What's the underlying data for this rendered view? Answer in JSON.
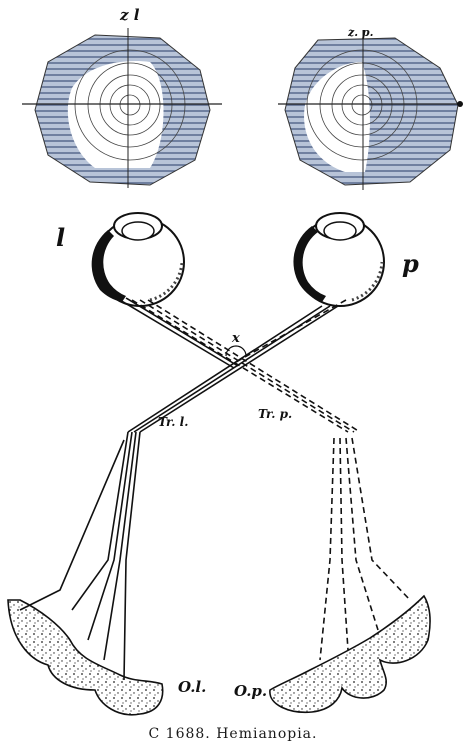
{
  "figure": {
    "left_field_label": "z l",
    "right_field_label": "z. p.",
    "left_eye_label": "l",
    "right_eye_label": "p",
    "chiasm_label": "x",
    "left_tract_label": "Tr. l.",
    "right_tract_label": "Tr. p.",
    "left_lobe_label": "O.l.",
    "right_lobe_label": "O.p."
  },
  "caption": "C 1688. Hemianopia.",
  "colors": {
    "field_shade": "#7d8fb0",
    "field_light": "#b8c4d8",
    "ink": "#111111"
  }
}
